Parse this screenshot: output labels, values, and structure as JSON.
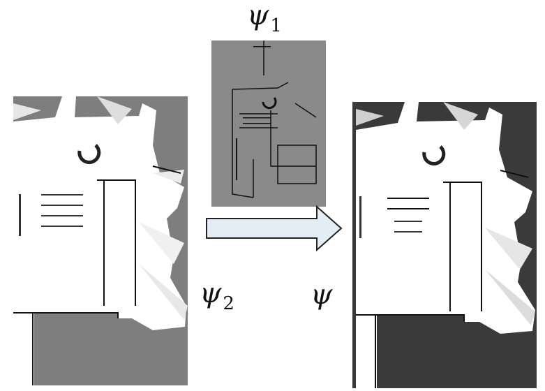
{
  "labels": {
    "psi1": {
      "symbol": "ψ",
      "subscript": "1"
    },
    "psi2": {
      "symbol": "ψ",
      "subscript": "2"
    },
    "psi": {
      "symbol": "ψ",
      "subscript": ""
    }
  },
  "colors": {
    "map_gray": "#7e7e7e",
    "occupancy_gray": "#8a8a8a",
    "fused_dark": "#3a3a3a",
    "free_white": "#ffffff",
    "wall_black": "#111111",
    "arrow_fill": "#e4ecf6",
    "arrow_stroke": "#222222"
  },
  "icons": {
    "transition_arrow": "right-block-arrow"
  }
}
